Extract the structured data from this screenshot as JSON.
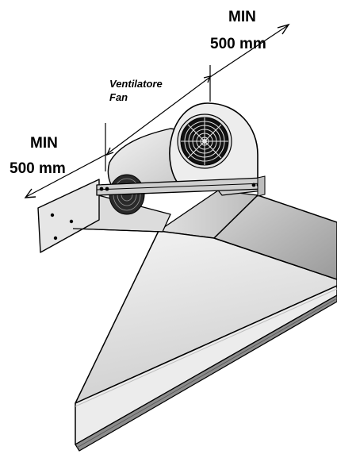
{
  "labels": {
    "min_top": "MIN",
    "dist_top": "500 mm",
    "fan_it": "Ventilatore",
    "fan_en": "Fan",
    "min_left": "MIN",
    "dist_left": "500 mm"
  },
  "colors": {
    "outline": "#000000",
    "hood_light": "#f2f2f2",
    "hood_mid": "#d9d9d9",
    "hood_dark": "#a6a6a6",
    "fan_body": "#e8e8e8",
    "grille": "#1a1a1a"
  }
}
